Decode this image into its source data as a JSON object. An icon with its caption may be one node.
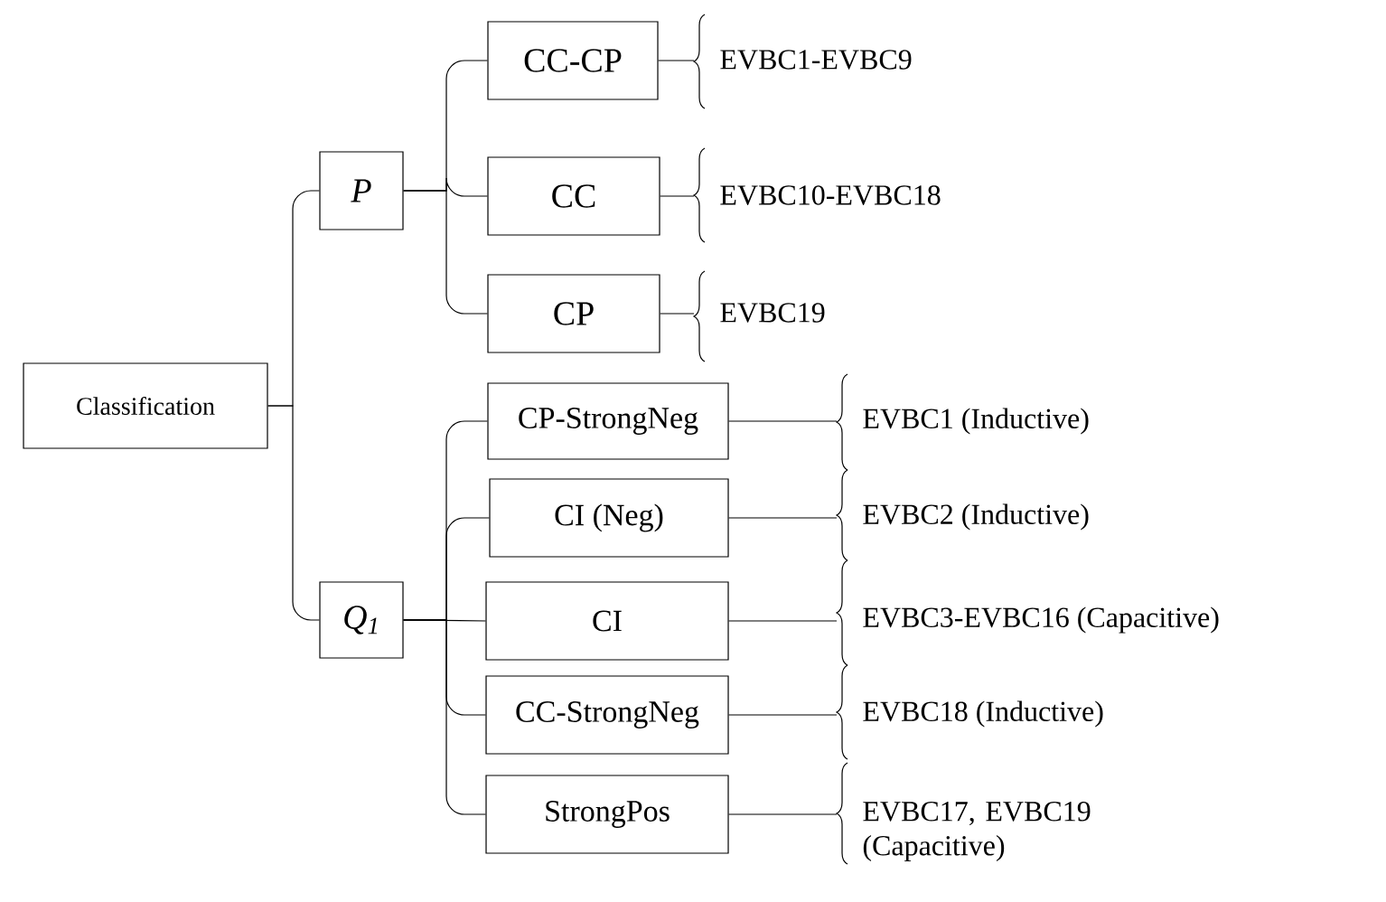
{
  "diagram": {
    "nodes": [
      {
        "text": [
          "Classification"
        ]
      },
      {
        "text": [
          "P"
        ]
      },
      {
        "text": [
          "Q$_{1}$"
        ]
      },
      {
        "text": [
          "CC-CP"
        ]
      },
      {
        "text": [
          "CC"
        ]
      },
      {
        "text": [
          "CP"
        ]
      },
      {
        "text": [
          "CP-StrongNeg"
        ]
      },
      {
        "text": [
          "CI (Neg)"
        ]
      },
      {
        "text": [
          "CI"
        ]
      },
      {
        "text": [
          "CC-StrongNeg"
        ]
      },
      {
        "text": [
          "StrongPos"
        ]
      },
      {
        "text": [
          "EVBC1-EVBC9"
        ]
      },
      {
        "text": [
          "EVBC10-EVBC18"
        ]
      },
      {
        "text": [
          "EVBC19"
        ]
      },
      {
        "text": [
          "EVBC1 (Inductive)"
        ]
      },
      {
        "text": [
          "EVBC2 (Inductive)"
        ]
      },
      {
        "text": [
          "EVBC3-EVBC16 (Capacitive)"
        ]
      },
      {
        "text": [
          "EVBC18 (Inductive)"
        ]
      },
      {
        "text": [
          "EVBC17, EVBC19 (Capacitive)"
        ]
      }
    ],
    "edges": [
      {
        "from": 0,
        "to": 1,
        "arrow": "none"
      },
      {
        "from": 0,
        "to": 2,
        "arrow": "none"
      },
      {
        "from": 1,
        "to": 3,
        "arrow": "none"
      },
      {
        "from": 1,
        "to": 4,
        "arrow": "none"
      },
      {
        "from": 1,
        "to": 5,
        "arrow": "none"
      },
      {
        "from": 2,
        "to": 6,
        "arrow": "none"
      },
      {
        "from": 2,
        "to": 7,
        "arrow": "none"
      },
      {
        "from": 2,
        "to": 8,
        "arrow": "none"
      },
      {
        "from": 2,
        "to": 9,
        "arrow": "none"
      },
      {
        "from": 2,
        "to": 10,
        "arrow": "none"
      },
      {
        "from": 3,
        "to": 11,
        "arrow": "none"
      },
      {
        "from": 4,
        "to": 12,
        "arrow": "none"
      },
      {
        "from": 5,
        "to": 13,
        "arrow": "none"
      },
      {
        "from": 6,
        "to": 14,
        "arrow": "none"
      },
      {
        "from": 7,
        "to": 15,
        "arrow": "none"
      },
      {
        "from": 8,
        "to": 16,
        "arrow": "none"
      },
      {
        "from": 9,
        "to": 17,
        "arrow": "none"
      },
      {
        "from": 10,
        "to": 18,
        "arrow": "none"
      }
    ]
  }
}
